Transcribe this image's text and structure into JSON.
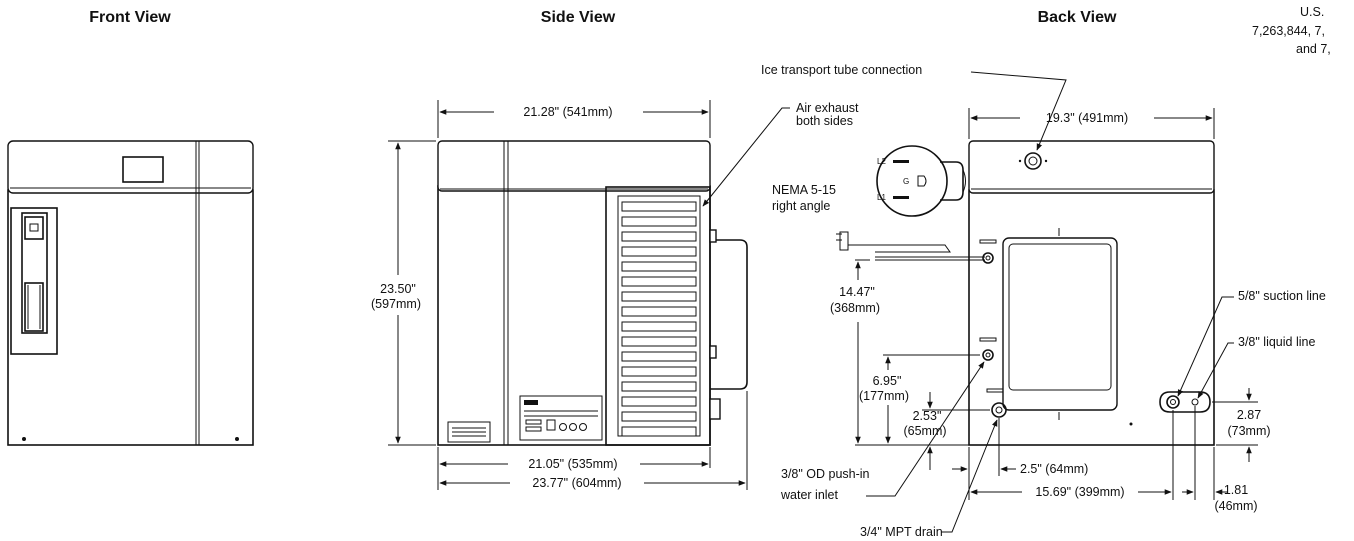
{
  "titles": {
    "front": "Front View",
    "side": "Side View",
    "back": "Back View"
  },
  "patent": {
    "line1": "U.S.",
    "line2": "7,263,844, 7,",
    "line3": "and 7,"
  },
  "side": {
    "air_exhaust_1": "Air exhaust",
    "air_exhaust_2": "both sides",
    "width_top": "21.28\" (541mm)",
    "height_1": "23.50\"",
    "height_2": "(597mm)",
    "depth_body": "21.05\" (535mm)",
    "depth_total": "23.77\" (604mm)"
  },
  "back": {
    "ice_tube": "Ice transport tube connection",
    "width": "19.3\" (491mm)",
    "nema_1": "NEMA 5-15",
    "nema_2": "right angle",
    "plug_l2": "L2",
    "plug_g": "G",
    "plug_l1": "L1",
    "h1447_1": "14.47\"",
    "h1447_2": "(368mm)",
    "h695_1": "6.95\"",
    "h695_2": "(177mm)",
    "h253_1": "2.53\"",
    "h253_2": "(65mm)",
    "suction": "5/8\" suction line",
    "liquid": "3/8\" liquid line",
    "h287_1": "2.87",
    "h287_2": "(73mm)",
    "push_in_1": "3/8\" OD push-in",
    "push_in_2": "water inlet",
    "d25": "2.5\" (64mm)",
    "d1569": "15.69\" (399mm)",
    "d181_1": "1.81",
    "d181_2": "(46mm)",
    "drain": "3/4\" MPT drain"
  }
}
